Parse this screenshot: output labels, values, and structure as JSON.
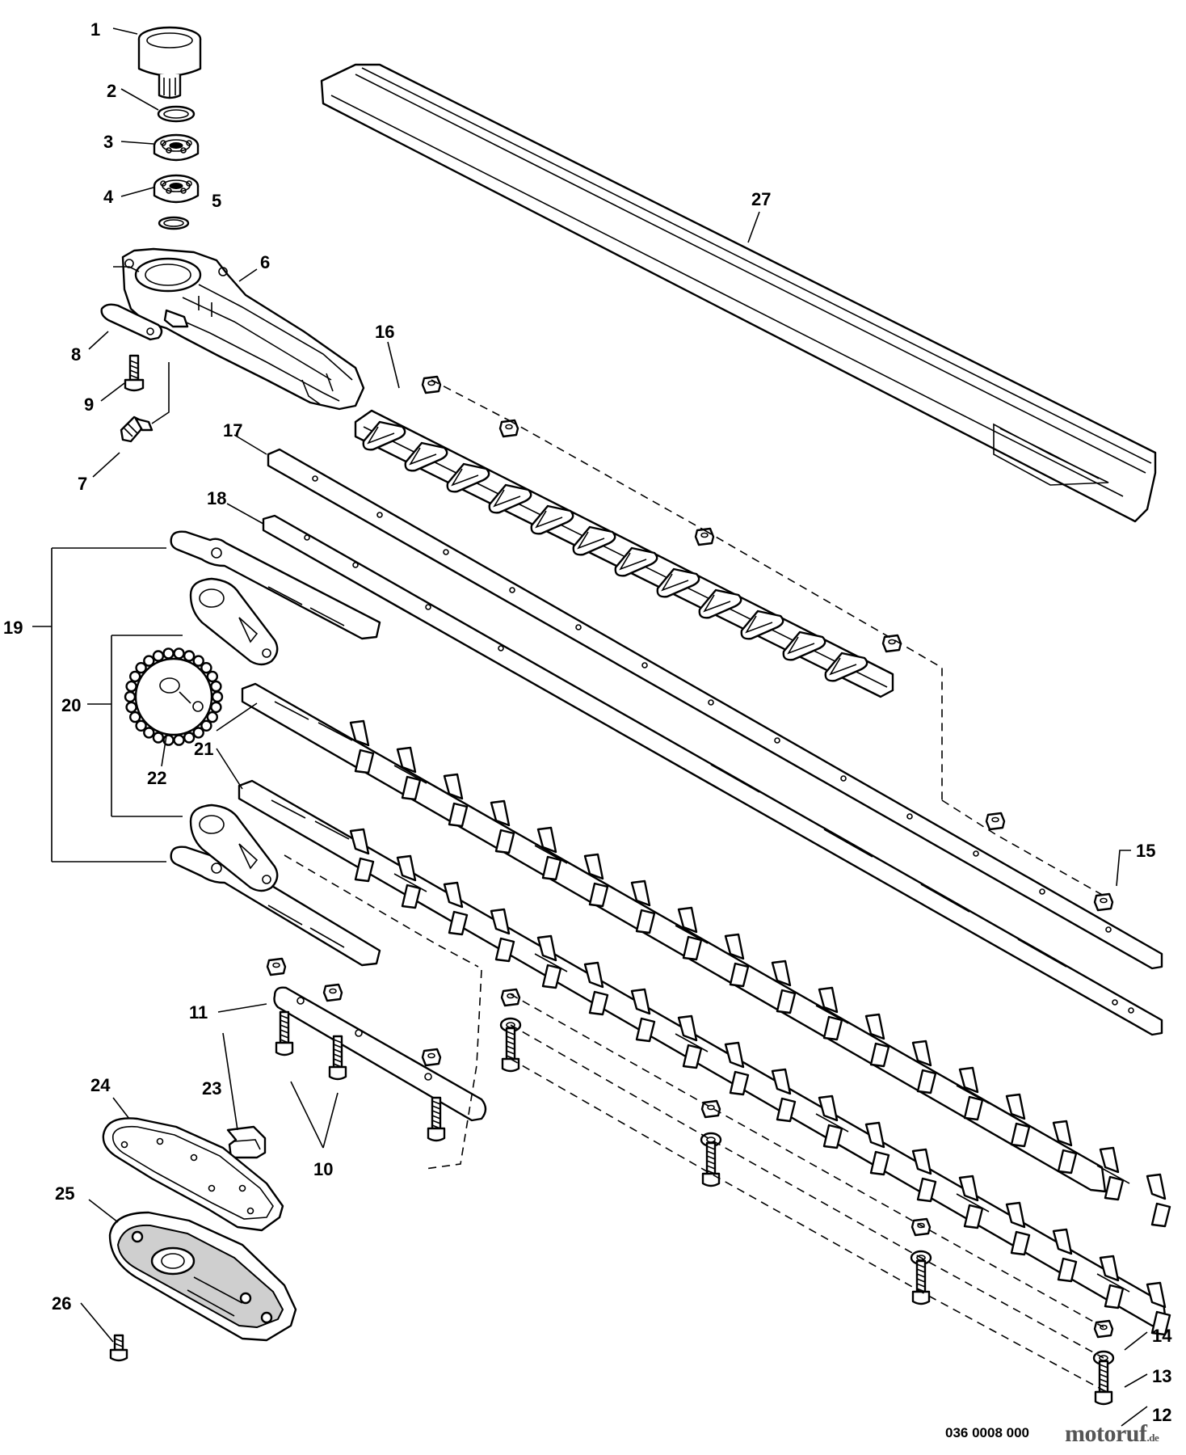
{
  "diagram": {
    "drawing_code": "036 0008 000",
    "watermark": {
      "main": "motoruf",
      "suffix": ".de"
    },
    "callouts": [
      "1",
      "2",
      "3",
      "4",
      "5",
      "6",
      "7",
      "8",
      "9",
      "10",
      "11",
      "12",
      "13",
      "14",
      "15",
      "16",
      "17",
      "18",
      "19",
      "20",
      "21",
      "22",
      "23",
      "24",
      "25",
      "26",
      "27"
    ]
  }
}
